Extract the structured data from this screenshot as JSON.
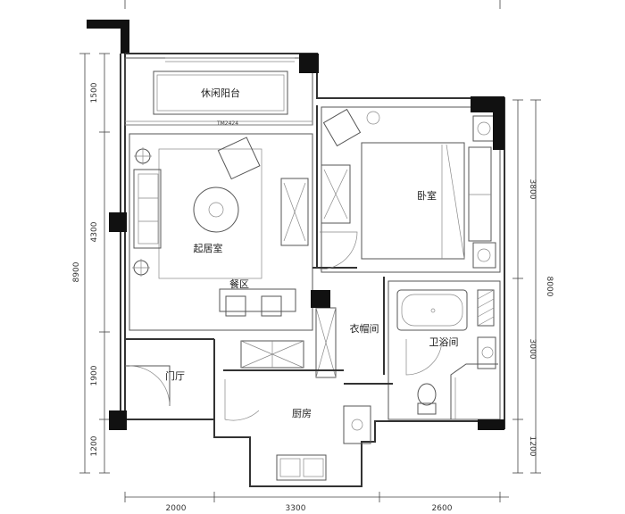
{
  "rooms": {
    "balcony": "休闲阳台",
    "living": "起居室",
    "dining": "餐区",
    "bedroom": "卧室",
    "closet": "衣帽间",
    "bath": "卫浴间",
    "foyer": "门厅",
    "kitchen": "厨房"
  },
  "annotations": {
    "window_code": "TM2424"
  },
  "dimensions": {
    "left": [
      "1500",
      "4300",
      "1900",
      "1200"
    ],
    "left_total": "8900",
    "right": [
      "3800",
      "3000",
      "1200"
    ],
    "right_total": "8000",
    "bottom": [
      "2000",
      "3300",
      "2600"
    ]
  }
}
